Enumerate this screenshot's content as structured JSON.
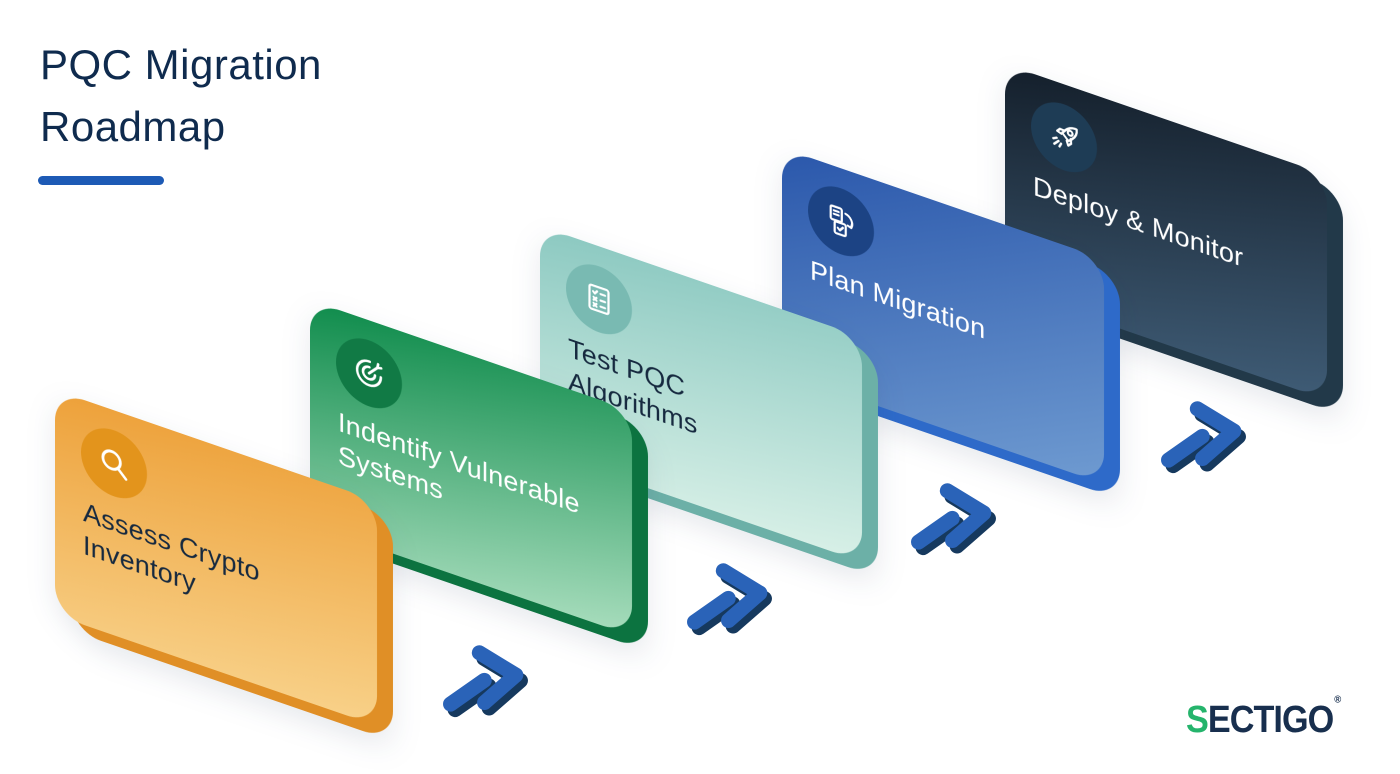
{
  "title": {
    "line1": "PQC Migration",
    "line2": "Roadmap"
  },
  "accent_bar_color": "#1d5ab5",
  "title_color": "#0f2b4e",
  "background_color": "#ffffff",
  "steps": [
    {
      "order": 1,
      "label_lines": [
        "Assess Crypto",
        "Inventory"
      ],
      "icon": "search-icon",
      "card_color_top": "#eda13a",
      "card_color_bottom": "#f8d189",
      "edge_color": "#e08f26",
      "icon_circle_color": "#e3941c",
      "text_color": "#16293f"
    },
    {
      "order": 2,
      "label_lines": [
        "Indentify Vulnerable",
        "Systems"
      ],
      "icon": "target-dart-icon",
      "card_color_top": "#0f8c4c",
      "card_color_bottom": "#a8ddbd",
      "edge_color": "#0c7340",
      "icon_circle_color": "#117a45",
      "text_color": "#ffffff"
    },
    {
      "order": 3,
      "label_lines": [
        "Test PQC",
        "Algorithms"
      ],
      "icon": "checklist-icon",
      "card_color_top": "#8cc9c1",
      "card_color_bottom": "#d8f0e7",
      "edge_color": "#6cb0a7",
      "icon_circle_color": "#79bab2",
      "text_color": "#16293f"
    },
    {
      "order": 4,
      "label_lines": [
        "Plan Migration"
      ],
      "icon": "document-migration-icon",
      "card_color_top": "#2a57ab",
      "card_color_bottom": "#6f9bd1",
      "edge_color": "#2e6ac9",
      "icon_circle_color": "#1c4384",
      "text_color": "#ffffff"
    },
    {
      "order": 5,
      "label_lines": [
        "Deploy & Monitor"
      ],
      "icon": "rocket-icon",
      "card_color_top": "#141f2b",
      "card_color_bottom": "#3f5c76",
      "edge_color": "#223949",
      "icon_circle_color": "#1e3c55",
      "text_color": "#ffffff"
    }
  ],
  "arrows": {
    "count": 4,
    "color": "#2a63b8",
    "shadow_color": "#16395e"
  },
  "logo": {
    "prefix": "S",
    "rest": "ECTIGO",
    "mark": "®",
    "prefix_color": "#25b46c",
    "text_color": "#182f4e"
  }
}
